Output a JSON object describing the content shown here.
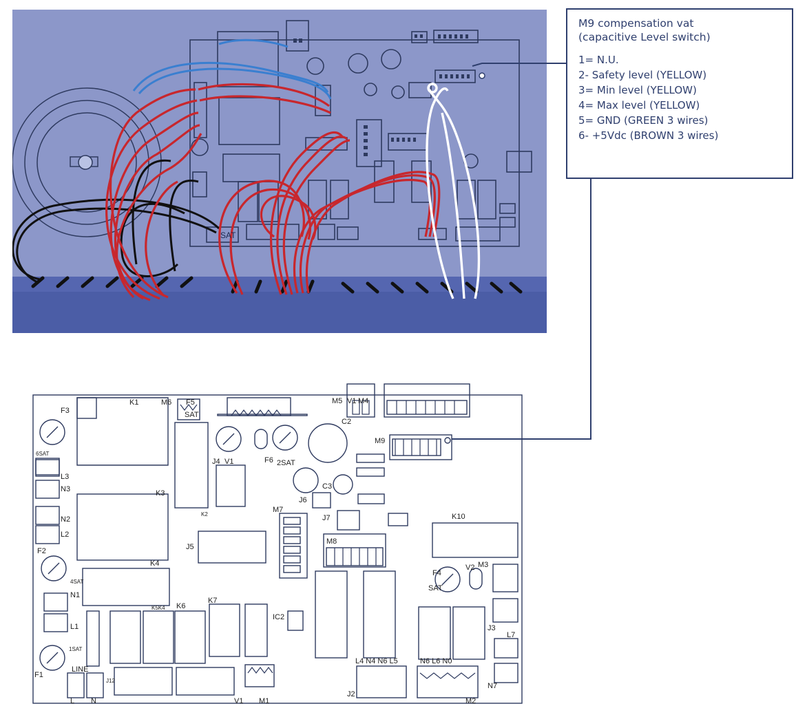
{
  "callout": {
    "title_line1": "M9 compensation vat",
    "title_line2": "(capacitive Level switch)",
    "items": [
      "1= N.U.",
      "2- Safety level (YELLOW)",
      "3= Min level (YELLOW)",
      "4= Max level (YELLOW)",
      "5= GND (GREEN 3 wires)",
      "6- +5Vdc (BROWN 3 wires)"
    ]
  },
  "photo_labels": {
    "sat": "SAT"
  },
  "board_labels": {
    "F3": "F3",
    "K1": "K1",
    "M6": "M6",
    "F5": "F5",
    "SAT_F5": "SAT",
    "M5": "M5",
    "V1_top": "V1",
    "M4": "M4",
    "C2": "C2",
    "M9": "M9",
    "J4": "J4",
    "V1": "V1",
    "F6": "F6",
    "2SAT": "2SAT",
    "6SAT": "6SAT",
    "L3": "L3",
    "N3": "N3",
    "K3": "K3",
    "K2": "K2",
    "C3": "C3",
    "J6": "J6",
    "M7": "M7",
    "J7": "J7",
    "N2": "N2",
    "L2": "L2",
    "F2": "F2",
    "J5": "J5",
    "M8": "M8",
    "K10": "K10",
    "K4": "K4",
    "4SAT": "4SAT",
    "N1": "N1",
    "F4": "F4",
    "SAT_F4": "SAT",
    "V2": "V2",
    "M3": "M3",
    "K6": "K6",
    "K5K4": "K5K4",
    "K7": "K7",
    "IC2": "IC2",
    "L1": "L1",
    "J3": "J3",
    "L7": "L7",
    "F1": "F1",
    "1SAT": "1SAT",
    "LINE": "LINE",
    "J12": "J12",
    "L4N4N6L5": "L4 N4 N6 L5",
    "N6L6N0": "N6 L6 N0",
    "J2": "J2",
    "N7": "N7",
    "V1_bottom": "V1",
    "M1": "M1",
    "M2": "M2",
    "L": "L",
    "N": "N"
  },
  "colors": {
    "callout_border": "#2f3f6e",
    "photo_background": "#8c97c9",
    "photo_base": "#4b5da6",
    "wire_red": "#c8272d",
    "wire_blue": "#3a7fd0",
    "wire_white": "#ffffff",
    "wire_black": "#111111",
    "board_outline": "#2e3a5f"
  }
}
